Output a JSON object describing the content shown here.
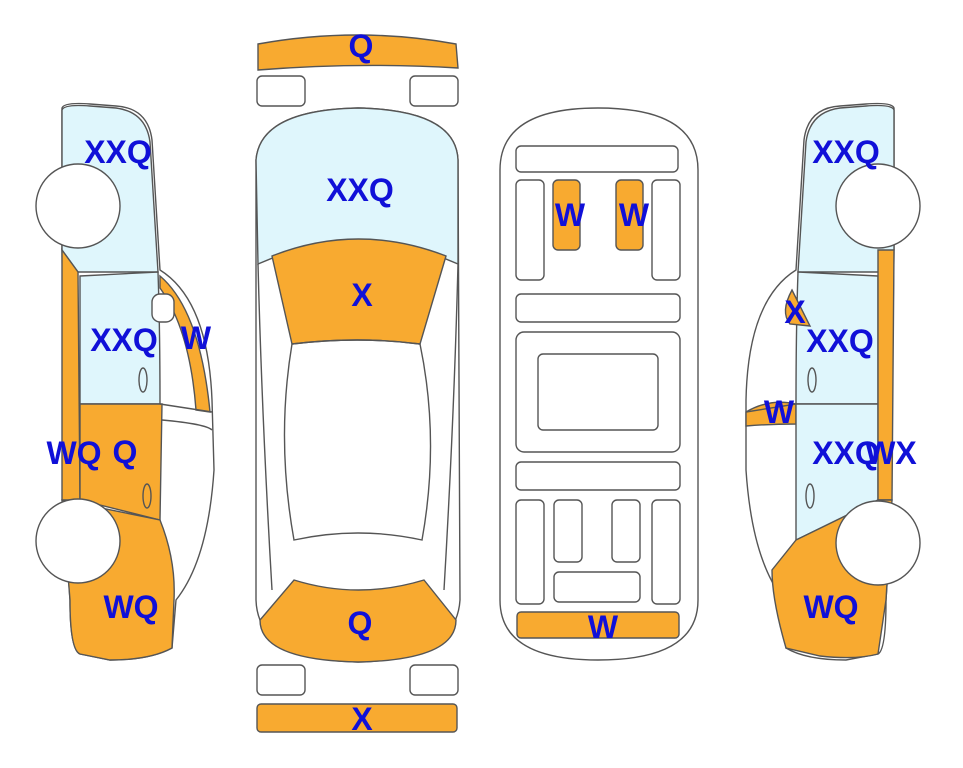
{
  "colors": {
    "damaged": "#f8aa30",
    "glass": "#dff6fc",
    "label": "#1010d8",
    "outline": "#555555"
  },
  "left_side": {
    "front_window": "XXQ",
    "front_door_glass": "XXQ",
    "mirror": "W",
    "sill": "WQ",
    "rear_door": "Q",
    "rear_quarter": "WQ"
  },
  "top_view": {
    "front_bumper": "Q",
    "windshield": "XXQ",
    "hood": "X",
    "trunk": "Q",
    "rear_bumper": "X"
  },
  "underbody": {
    "left_seat": "W",
    "right_seat": "W",
    "rear_panel": "W"
  },
  "right_side": {
    "front_window": "XXQ",
    "pillar": "X",
    "front_door_glass": "XXQ",
    "mirror": "W",
    "rear_door": "XXQ",
    "rear_door_edge": "WX",
    "rear_quarter": "WQ"
  }
}
